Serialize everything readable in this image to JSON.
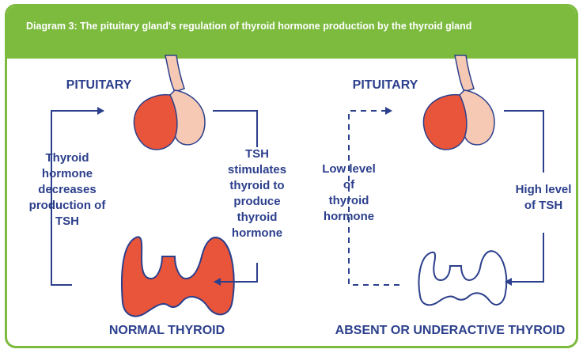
{
  "header": {
    "title": "Diagram 3: The pituitary gland's regulation of thyroid hormone production by the thyroid gland"
  },
  "left_panel": {
    "pituitary_label": "PITUITARY",
    "feedback_label": "Thyroid\nhormone\ndecreases\nproduction of\nTSH",
    "stimulus_label": "TSH\nstimulates\nthyroid to\nproduce\nthyroid\nhormone",
    "thyroid_label": "NORMAL THYROID"
  },
  "right_panel": {
    "pituitary_label": "PITUITARY",
    "feedback_label": "Low level\nof\nthyroid\nhormone",
    "stimulus_label": "High level\nof TSH",
    "thyroid_label": "ABSENT OR UNDERACTIVE THYROID"
  },
  "colors": {
    "banner": "#7dbb3f",
    "text": "#2c3f8c",
    "gland_red": "#e8553a",
    "gland_pink": "#f6c9b5",
    "outline": "#2c3f8c"
  }
}
